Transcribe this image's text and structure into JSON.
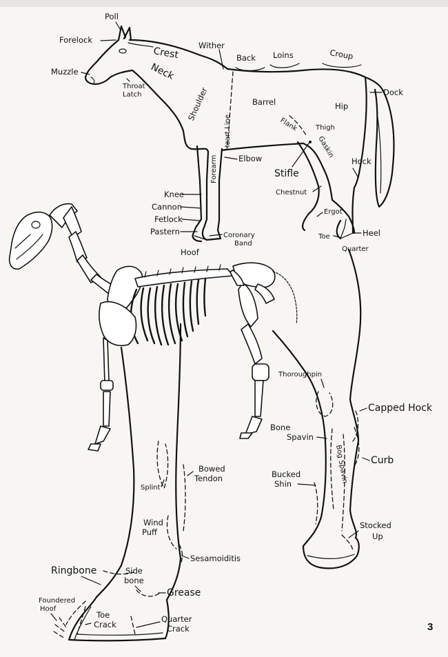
{
  "top_labels": {
    "poll": "Poll",
    "forelock": "Forelock",
    "muzzle": "Muzzle",
    "crest": "Crest",
    "wither": "Wither",
    "back": "Back",
    "loins": "Loins",
    "croup": "Croup",
    "neck": "Neck",
    "throat": "Throat",
    "latch": "Latch",
    "shoulder": "Shoulder",
    "heart_line": "Heart Line",
    "barrel": "Barrel",
    "hip": "Hip",
    "dock": "Dock",
    "flank": "Flank",
    "thigh": "Thigh",
    "gaskin": "Gaskin",
    "forearm": "Forearm",
    "elbow": "Elbow",
    "stifle": "Stifle",
    "hock": "Hock",
    "chestnut": "Chestnut",
    "knee": "Knee",
    "cannon": "Cannon",
    "fetlock": "Fetlock",
    "pastern": "Pastern",
    "coronary": "Coronary",
    "band": "Band",
    "hoof": "Hoof",
    "ergot": "Ergot",
    "toe": "Toe",
    "heel": "Heel",
    "quarter": "Quarter"
  },
  "bottom_labels": {
    "thoroughpin": "Thoroughpin",
    "capped_hock": "Capped Hock",
    "bone_spavin_1": "Bone",
    "bone_spavin_2": "Spavin",
    "bog_spavin": "Bog Spavin",
    "curb": "Curb",
    "bucked_shin_1": "Bucked",
    "bucked_shin_2": "Shin",
    "stocked_up_1": "Stocked",
    "stocked_up_2": "Up",
    "bowed_tendon_1": "Bowed",
    "bowed_tendon_2": "Tendon",
    "splint": "Splint",
    "wind_puff_1": "Wind",
    "wind_puff_2": "Puff",
    "sesamoiditis": "Sesamoiditis",
    "ringbone": "Ringbone",
    "side_bone_1": "Side",
    "side_bone_2": "bone",
    "grease": "Grease",
    "foundered_hoof_1": "Foundered",
    "foundered_hoof_2": "Hoof",
    "toe_crack_1": "Toe",
    "toe_crack_2": "Crack",
    "quarter_crack_1": "Quarter",
    "quarter_crack_2": "Crack"
  },
  "page_number": "3"
}
